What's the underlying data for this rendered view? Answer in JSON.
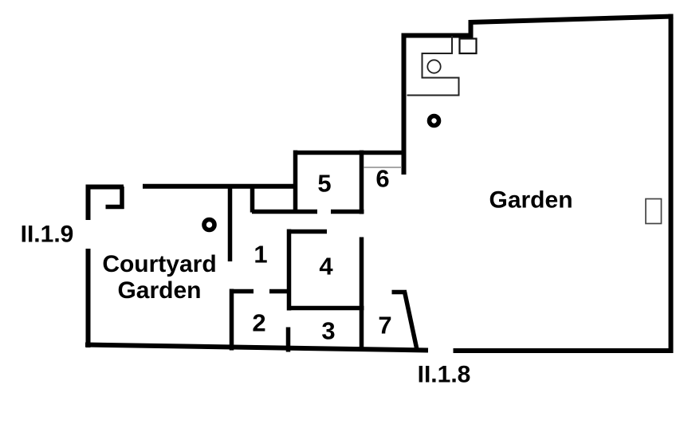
{
  "plan": {
    "colors": {
      "background": "#ffffff",
      "walls": "#000000",
      "thin_features": "#222222"
    },
    "entrances": {
      "west": "II.1.9",
      "south": "II.1.8"
    },
    "areas": {
      "courtyard_line1": "Courtyard",
      "courtyard_line2": "Garden",
      "garden": "Garden"
    },
    "rooms": [
      {
        "number": "1"
      },
      {
        "number": "2"
      },
      {
        "number": "3"
      },
      {
        "number": "4"
      },
      {
        "number": "5"
      },
      {
        "number": "6"
      },
      {
        "number": "7"
      }
    ],
    "features": {
      "cistern_heads": "2",
      "hearth": "kitchen hearth with pot ring",
      "wall_niche": "recess on east garden wall"
    }
  }
}
